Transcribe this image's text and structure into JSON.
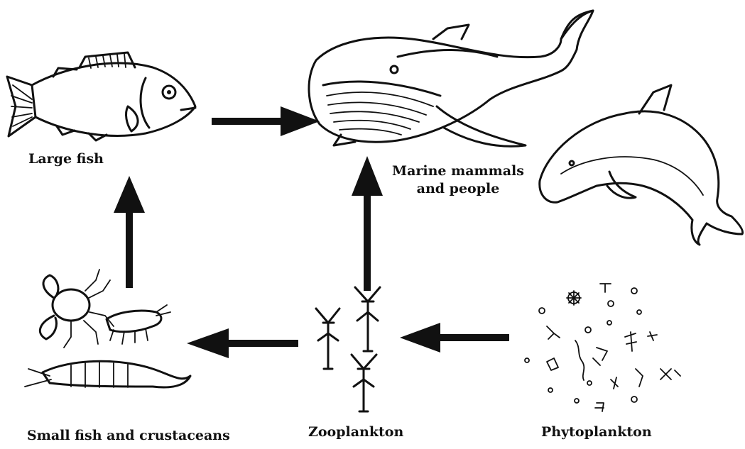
{
  "labels": {
    "large_fish": "Large fish",
    "marine_mammals_line1": "Marine mammals",
    "marine_mammals_line2": "and people",
    "small_fish": "Small fish and crustaceans",
    "zooplankton": "Zooplankton",
    "phytoplankton": "Phytoplankton"
  },
  "colors": {
    "ink": "#111111",
    "background": "#ffffff"
  }
}
